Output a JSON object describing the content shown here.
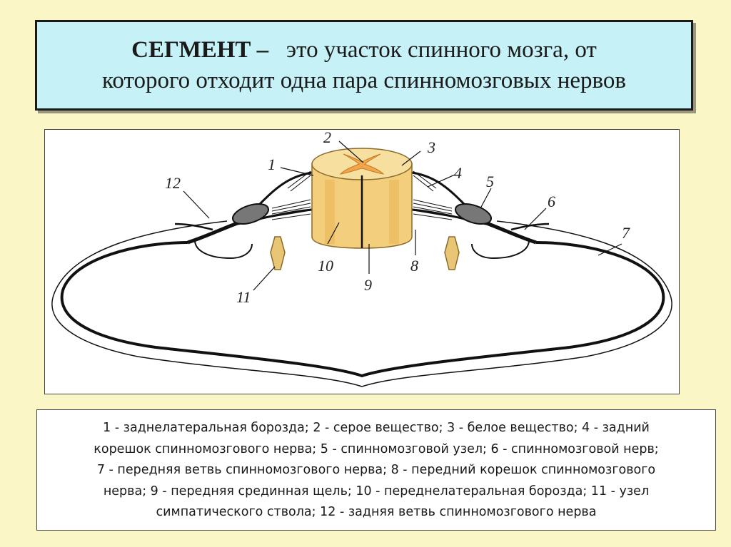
{
  "title": {
    "term": "СЕГМЕНТ –",
    "line1_rest": "это участок спинного мозга, от",
    "line2": "которого отходит одна пара спинномозговых нервов"
  },
  "diagram": {
    "labels": [
      "1",
      "2",
      "3",
      "4",
      "5",
      "6",
      "7",
      "8",
      "9",
      "10",
      "11",
      "12"
    ],
    "colors": {
      "gray_matter": "#f2a64a",
      "white_matter": "#f7dfa0",
      "cord_shade": "#eab95c",
      "ganglion": "#e9c676",
      "nerve": "#111111"
    }
  },
  "legend": {
    "lines": [
      "1 - заднелатеральная борозда; 2 - серое вещество; 3 - белое вещество; 4 - задний",
      "корешок спинномозгового нерва; 5 - спинномозговой узел; 6 - спинномозговой нерв;",
      "7 - передняя ветвь спинномозгового нерва; 8 - передний корешок спинномозгового",
      "нерва; 9 - передняя срединная щель; 10 - переднелатеральная борозда; 11 - узел",
      "симпатического ствола; 12 - задняя ветвь спинномозгового нерва"
    ]
  }
}
